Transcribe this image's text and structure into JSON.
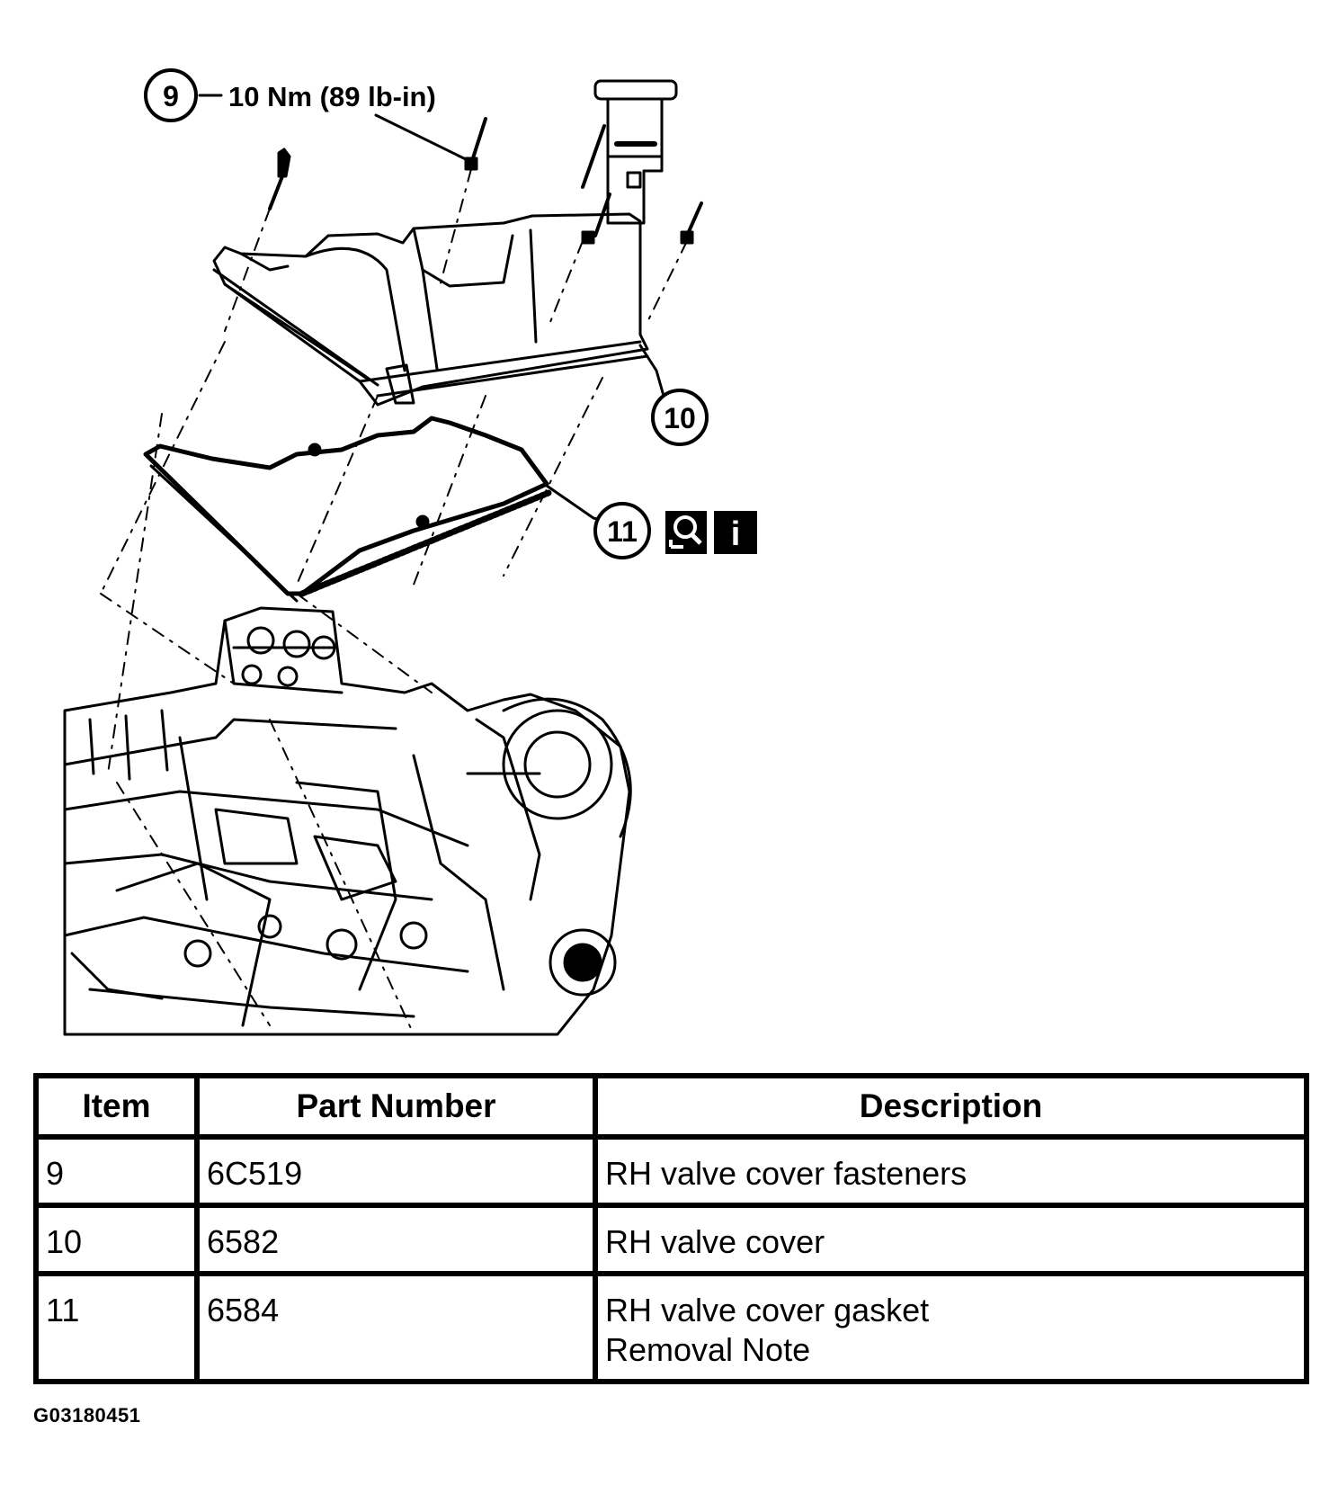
{
  "callouts": {
    "c9": {
      "number": "9",
      "torque": "10 Nm (89 lb-in)"
    },
    "c10": {
      "number": "10"
    },
    "c11": {
      "number": "11"
    }
  },
  "icons": [
    "magnifier-icon",
    "info-icon"
  ],
  "info_icon_glyph": "i",
  "table": {
    "headers": [
      "Item",
      "Part Number",
      "Description"
    ],
    "rows": [
      {
        "item": "9",
        "part": "6C519",
        "description": [
          "RH valve cover fasteners"
        ]
      },
      {
        "item": "10",
        "part": "6582",
        "description": [
          "RH valve cover"
        ]
      },
      {
        "item": "11",
        "part": "6584",
        "description": [
          "RH valve cover gasket",
          "Removal Note"
        ]
      }
    ]
  },
  "figure_code": "G03180451"
}
